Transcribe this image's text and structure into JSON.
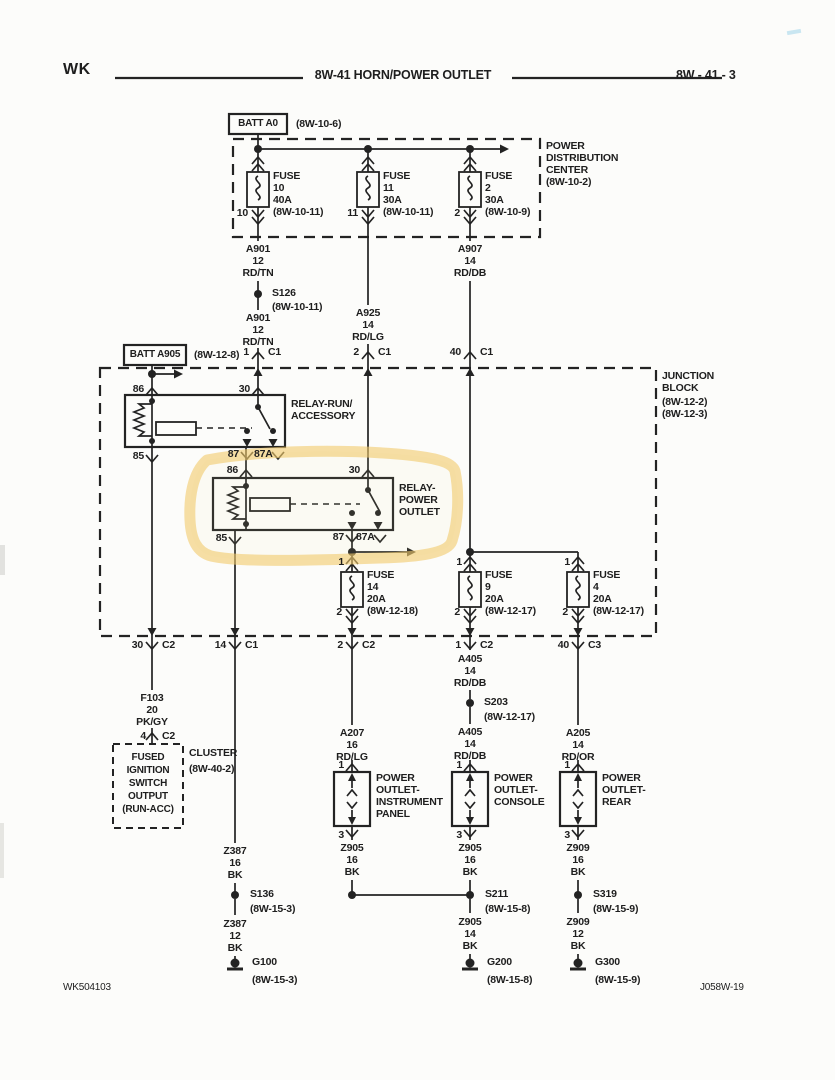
{
  "colors": {
    "ink": "#232323",
    "paper": "#fcfcfa",
    "highlight": "#f2c96b"
  },
  "header": {
    "model": "WK",
    "title": "8W-41 HORN/POWER OUTLET",
    "page_no": "8W - 41 - 3"
  },
  "footer": {
    "left": "WK504103",
    "right": "J058W-19"
  },
  "top": {
    "batt_a0": {
      "label": "BATT A0",
      "ref": "(8W-10-6)"
    },
    "pdc_label": "POWER\nDISTRIBUTION\nCENTER\n(8W-10-2)",
    "fuse10": {
      "pin": "10",
      "label": "FUSE\n10\n40A\n(8W-10-11)"
    },
    "fuse11": {
      "pin": "11",
      "label": "FUSE\n11\n30A\n(8W-10-11)"
    },
    "fuse2": {
      "pin": "2",
      "label": "FUSE\n2\n30A\n(8W-10-9)"
    },
    "a901_upper": "A901\n12\nRD/TN",
    "s126": {
      "name": "S126",
      "ref": "(8W-10-11)"
    },
    "a901_lower": "A901\n12\nRD/TN",
    "a925": "A925\n14\nRD/LG",
    "a907": "A907\n14\nRD/DB",
    "c1_1": {
      "pin": "1",
      "conn": "C1"
    },
    "c1_2": {
      "pin": "2",
      "conn": "C1"
    },
    "c1_40": {
      "pin": "40",
      "conn": "C1"
    }
  },
  "jb": {
    "batt_a905": {
      "label": "BATT A905",
      "ref": "(8W-12-8)"
    },
    "label": "JUNCTION\nBLOCK",
    "refs": "(8W-12-2)\n(8W-12-3)",
    "relay_run": {
      "name": "RELAY-RUN/\nACCESSORY",
      "p86": "86",
      "p30": "30",
      "p85": "85",
      "p87": "87",
      "p87a": "87A"
    },
    "relay_po": {
      "name": "RELAY-\nPOWER\nOUTLET",
      "p86": "86",
      "p30": "30",
      "p85": "85",
      "p87": "87",
      "p87a": "87A"
    },
    "fuse14": {
      "pin_top": "1",
      "label": "FUSE\n14\n20A\n(8W-12-18)",
      "pin_bot": "2"
    },
    "fuse9": {
      "pin_top": "1",
      "label": "FUSE\n9\n20A\n(8W-12-17)",
      "pin_bot": "2"
    },
    "fuse4": {
      "pin_top": "1",
      "label": "FUSE\n4\n20A\n(8W-12-17)",
      "pin_bot": "2"
    },
    "exit_30c2": {
      "pin": "30",
      "conn": "C2"
    },
    "exit_14c1": {
      "pin": "14",
      "conn": "C1"
    },
    "exit_2c2": {
      "pin": "2",
      "conn": "C2"
    },
    "exit_1c2": {
      "pin": "1",
      "conn": "C2"
    },
    "exit_40c3": {
      "pin": "40",
      "conn": "C3"
    }
  },
  "col_cluster": {
    "f103": "F103\n20\nPK/GY",
    "c2": {
      "pin": "4",
      "conn": "C2"
    },
    "box": "FUSED\nIGNITION\nSWITCH\nOUTPUT\n(RUN-ACC)",
    "label": "CLUSTER",
    "ref": "(8W-40-2)"
  },
  "col_g100": {
    "z387a": "Z387\n16\nBK",
    "s136": {
      "name": "S136",
      "ref": "(8W-15-3)"
    },
    "z387b": "Z387\n12\nBK",
    "g100": {
      "name": "G100",
      "ref": "(8W-15-3)"
    }
  },
  "col_ip": {
    "a207": "A207\n16\nRD/LG",
    "pin1": "1",
    "box": "POWER\nOUTLET-\nINSTRUMENT\nPANEL",
    "pin3": "3",
    "z905": "Z905\n16\nBK"
  },
  "col_console": {
    "a405a": "A405\n14\nRD/DB",
    "s203": {
      "name": "S203",
      "ref": "(8W-12-17)"
    },
    "a405b": "A405\n14\nRD/DB",
    "pin1": "1",
    "box": "POWER\nOUTLET-\nCONSOLE",
    "pin3": "3",
    "z905a": "Z905\n16\nBK",
    "s211": {
      "name": "S211",
      "ref": "(8W-15-8)"
    },
    "z905b": "Z905\n14\nBK",
    "g200": {
      "name": "G200",
      "ref": "(8W-15-8)"
    }
  },
  "col_rear": {
    "a205": "A205\n14\nRD/OR",
    "pin1": "1",
    "box": "POWER\nOUTLET-\nREAR",
    "pin3": "3",
    "z909a": "Z909\n16\nBK",
    "s319": {
      "name": "S319",
      "ref": "(8W-15-9)"
    },
    "z909b": "Z909\n12\nBK",
    "g300": {
      "name": "G300",
      "ref": "(8W-15-9)"
    }
  }
}
